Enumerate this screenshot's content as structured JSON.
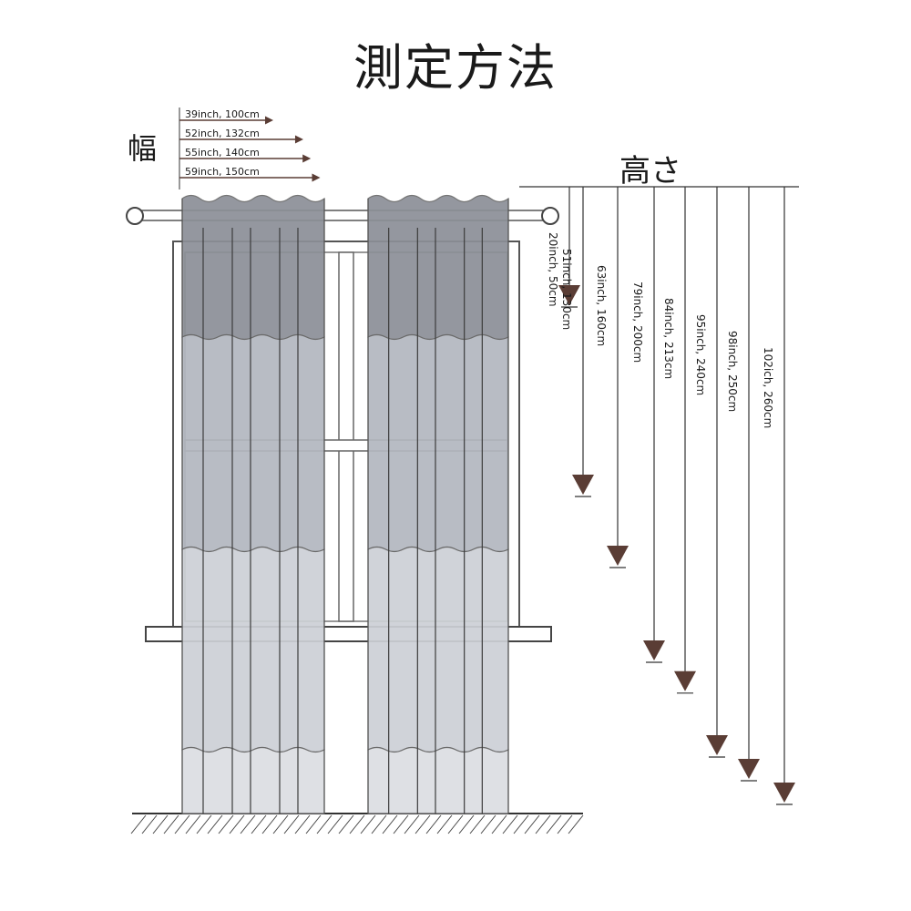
{
  "title": "測定方法",
  "width": {
    "label": "幅",
    "options": [
      {
        "text": "39inch, 100cm",
        "cm": 100
      },
      {
        "text": "52inch, 132cm",
        "cm": 132
      },
      {
        "text": "55inch, 140cm",
        "cm": 140
      },
      {
        "text": "59inch, 150cm",
        "cm": 150
      }
    ]
  },
  "height": {
    "label": "高さ",
    "options": [
      {
        "text": "20inch, 50cm",
        "cm": 50
      },
      {
        "text": "51inch, 130cm",
        "cm": 130
      },
      {
        "text": "63inch, 160cm",
        "cm": 160
      },
      {
        "text": "79inch, 200cm",
        "cm": 200
      },
      {
        "text": "84inch, 213cm",
        "cm": 213
      },
      {
        "text": "95inch, 240cm",
        "cm": 240
      },
      {
        "text": "98inch, 250cm",
        "cm": 250
      },
      {
        "text": "102ich, 260cm",
        "cm": 260
      }
    ]
  },
  "colors": {
    "arrow": "#5a3d35",
    "curtain_top": "#8c8f97",
    "curtain_mid": "#b3b7bf",
    "curtain_low": "#cdd0d6",
    "curtain_bottom": "#dcdee2",
    "frame": "#6e6e6e"
  }
}
